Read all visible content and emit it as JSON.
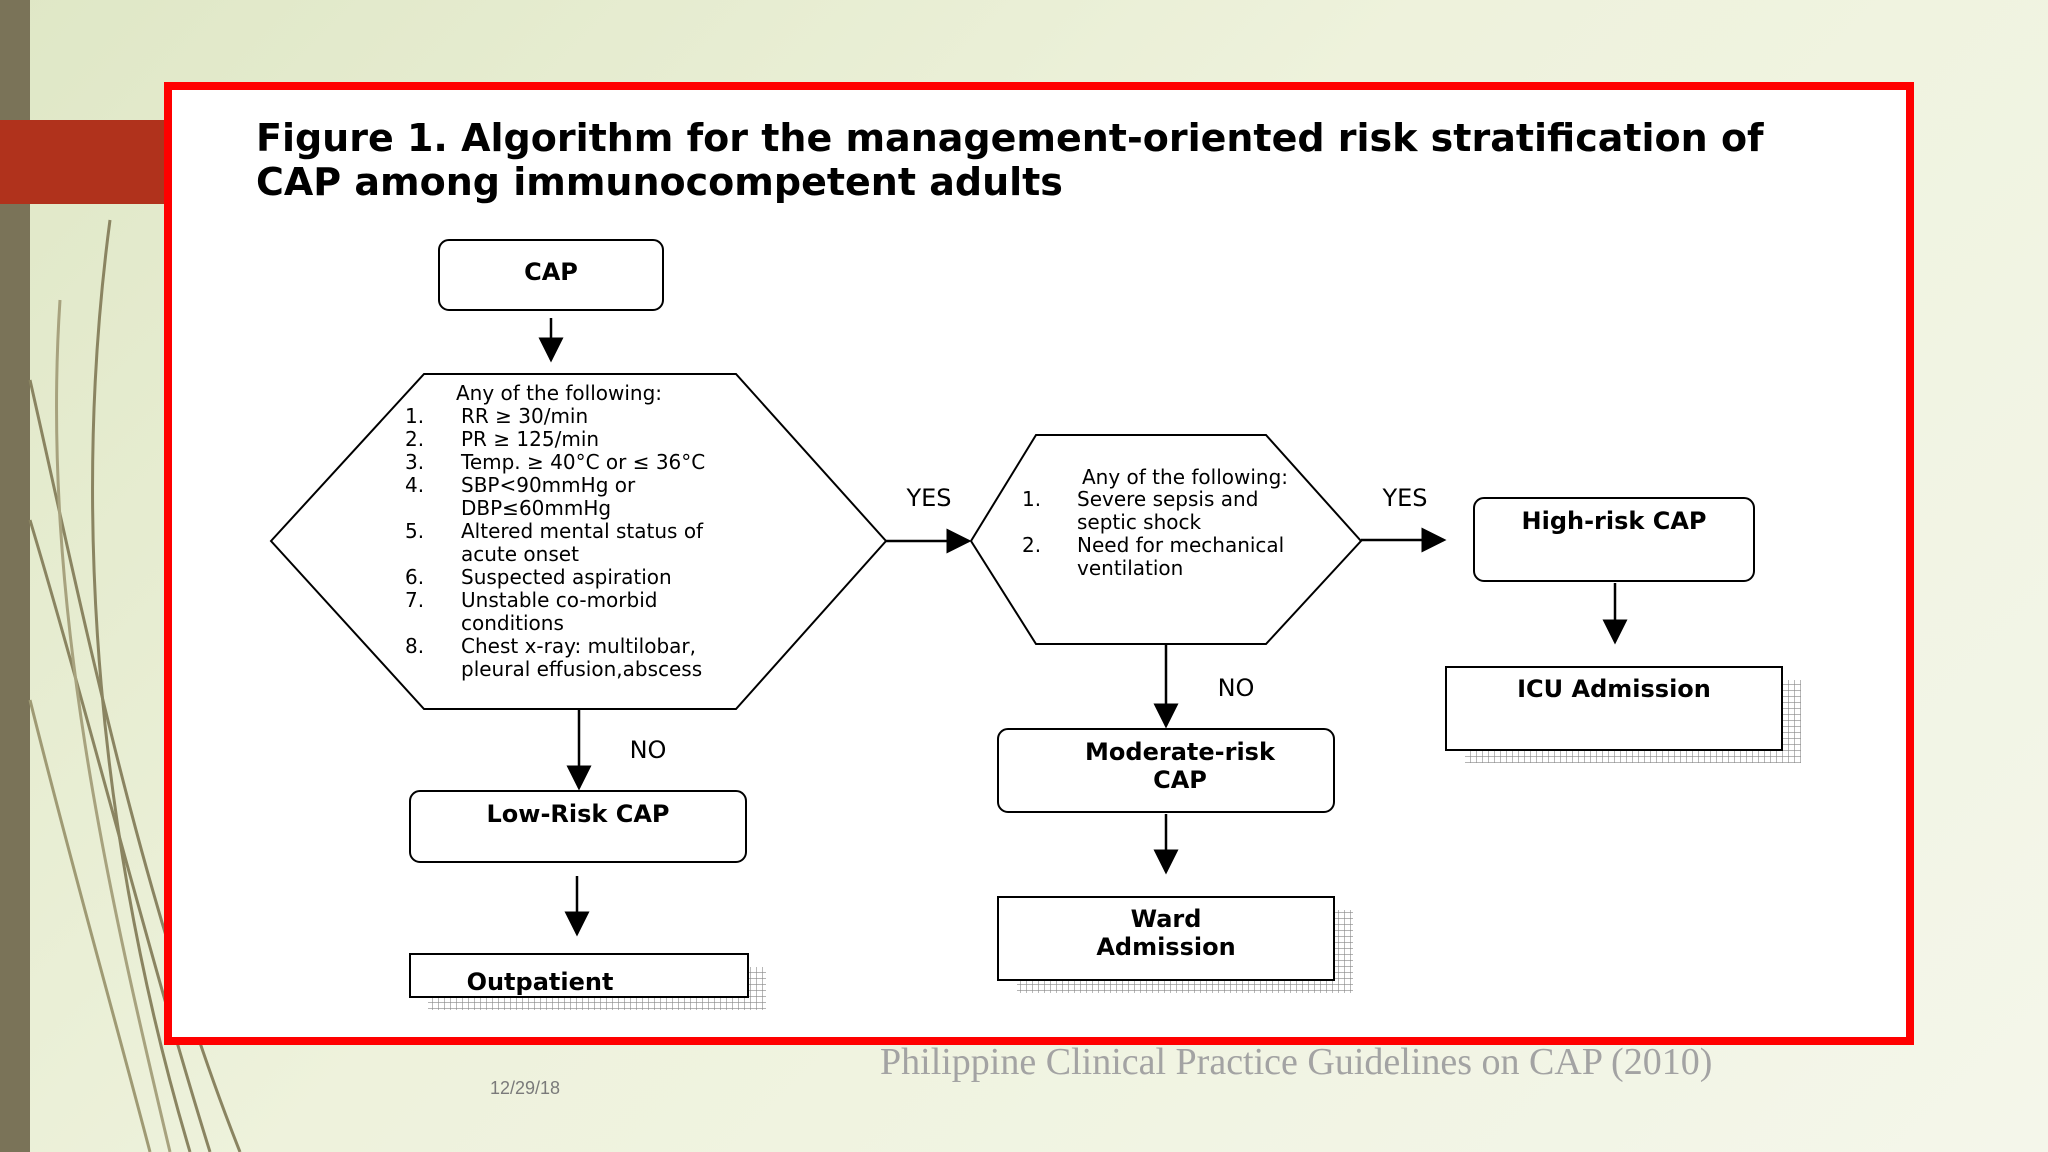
{
  "slide": {
    "date": "12/29/18",
    "source": "Philippine Clinical Practice Guidelines on CAP (2010)",
    "colors": {
      "frame": "#ff0000",
      "accent_bar": "#b0321c",
      "left_strip": "#7a7358"
    }
  },
  "figure": {
    "title_line1": "Figure 1. Algorithm for the management-oriented risk stratification of",
    "title_line2": "CAP among immunocompetent adults"
  },
  "flowchart": {
    "start": "CAP",
    "decision1": {
      "header": "Any of the following:",
      "items": [
        {
          "num": "1.",
          "lines": [
            "RR ≥ 30/min"
          ]
        },
        {
          "num": "2.",
          "lines": [
            "PR ≥ 125/min"
          ]
        },
        {
          "num": "3.",
          "lines": [
            "Temp. ≥ 40°C or ≤ 36°C"
          ]
        },
        {
          "num": "4.",
          "lines": [
            "SBP<90mmHg or",
            "DBP≤60mmHg"
          ]
        },
        {
          "num": "5.",
          "lines": [
            "Altered mental status of",
            "acute onset"
          ]
        },
        {
          "num": "6.",
          "lines": [
            "Suspected aspiration"
          ]
        },
        {
          "num": "7.",
          "lines": [
            "Unstable co-morbid",
            "conditions"
          ]
        },
        {
          "num": "8.",
          "lines": [
            "Chest x-ray: multilobar,",
            "pleural effusion,abscess"
          ]
        }
      ]
    },
    "decision2": {
      "header": "Any of the following:",
      "items": [
        {
          "num": "1.",
          "lines": [
            "Severe sepsis   and",
            "septic shock"
          ]
        },
        {
          "num": "2.",
          "lines": [
            "Need for mechanical",
            "ventilation"
          ]
        }
      ]
    },
    "yes1": "YES",
    "yes2": "YES",
    "no1": "NO",
    "no2": "NO",
    "low_risk": "Low-Risk CAP",
    "outpatient": "Outpatient",
    "moderate_risk": [
      "Moderate-risk",
      "CAP"
    ],
    "ward": [
      "Ward",
      "Admission"
    ],
    "high_risk": "High-risk CAP",
    "icu": "ICU Admission"
  }
}
